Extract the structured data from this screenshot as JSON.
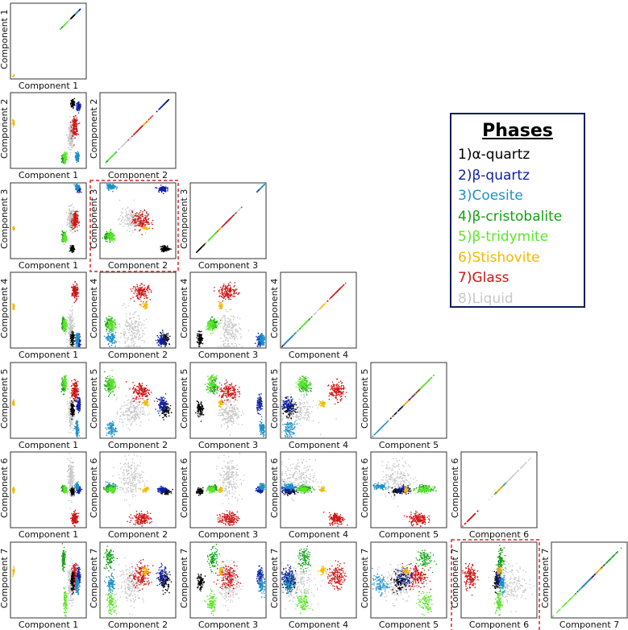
{
  "chart_data": {
    "type": "scatter",
    "title": "",
    "components": [
      "Component 1",
      "Component 2",
      "Component 3",
      "Component 4",
      "Component 5",
      "Component 6",
      "Component 7"
    ],
    "legend": {
      "title": "Phases",
      "items": [
        {
          "number": "1)",
          "name": "α-quartz",
          "color": "#000000"
        },
        {
          "number": "2)",
          "name": "β-quartz",
          "color": "#0d1fa8"
        },
        {
          "number": "3)",
          "name": "Coesite",
          "color": "#1e90c8"
        },
        {
          "number": "4)",
          "name": "β-cristobalite",
          "color": "#14a014"
        },
        {
          "number": "5)",
          "name": "β-tridymite",
          "color": "#5ce62a"
        },
        {
          "number": "6)",
          "name": "Stishovite",
          "color": "#f5b800"
        },
        {
          "number": "7)",
          "name": "Glass",
          "color": "#d01414"
        },
        {
          "number": "8)",
          "name": "Liquid",
          "color": "#c8c8c8"
        }
      ]
    },
    "highlighted_panels": [
      {
        "x": "Component 2",
        "y": "Component 3"
      },
      {
        "x": "Component 6",
        "y": "Component 7"
      }
    ],
    "grid": false
  }
}
